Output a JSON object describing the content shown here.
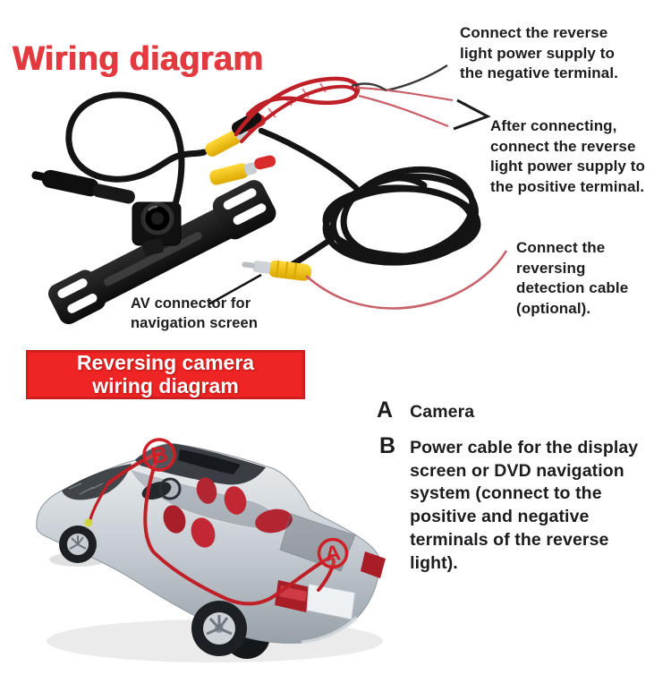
{
  "title": "Wiring diagram",
  "notes": {
    "negative_terminal": "Connect the reverse light power supply to the negative terminal.",
    "positive_terminal": "After connecting, connect the reverse light power supply to the positive terminal.",
    "detection_cable": "Connect the reversing detection cable (optional).",
    "av_connector": "AV connector for navigation screen"
  },
  "banner": {
    "text": "Reversing camera wiring diagram"
  },
  "legend": {
    "items": [
      {
        "marker": "A",
        "text": "Camera"
      },
      {
        "marker": "B",
        "text": "Power cable for the display screen or DVD navigation system (connect to the positive and negative terminals of the reverse light)."
      }
    ]
  },
  "diagram": {
    "marker_a": "A",
    "marker_b": "B"
  },
  "colors": {
    "title_red": "#e23a3f",
    "banner_bg": "#ee2524",
    "banner_text": "#ffffff",
    "body_text": "#1c1c1e",
    "cable_red": "#bf1f26",
    "thin_wire_red": "#c9606a",
    "rca_yellow": "#f2c400",
    "marker_red": "#cf1f26",
    "car_silver": "#b9c0c6"
  }
}
